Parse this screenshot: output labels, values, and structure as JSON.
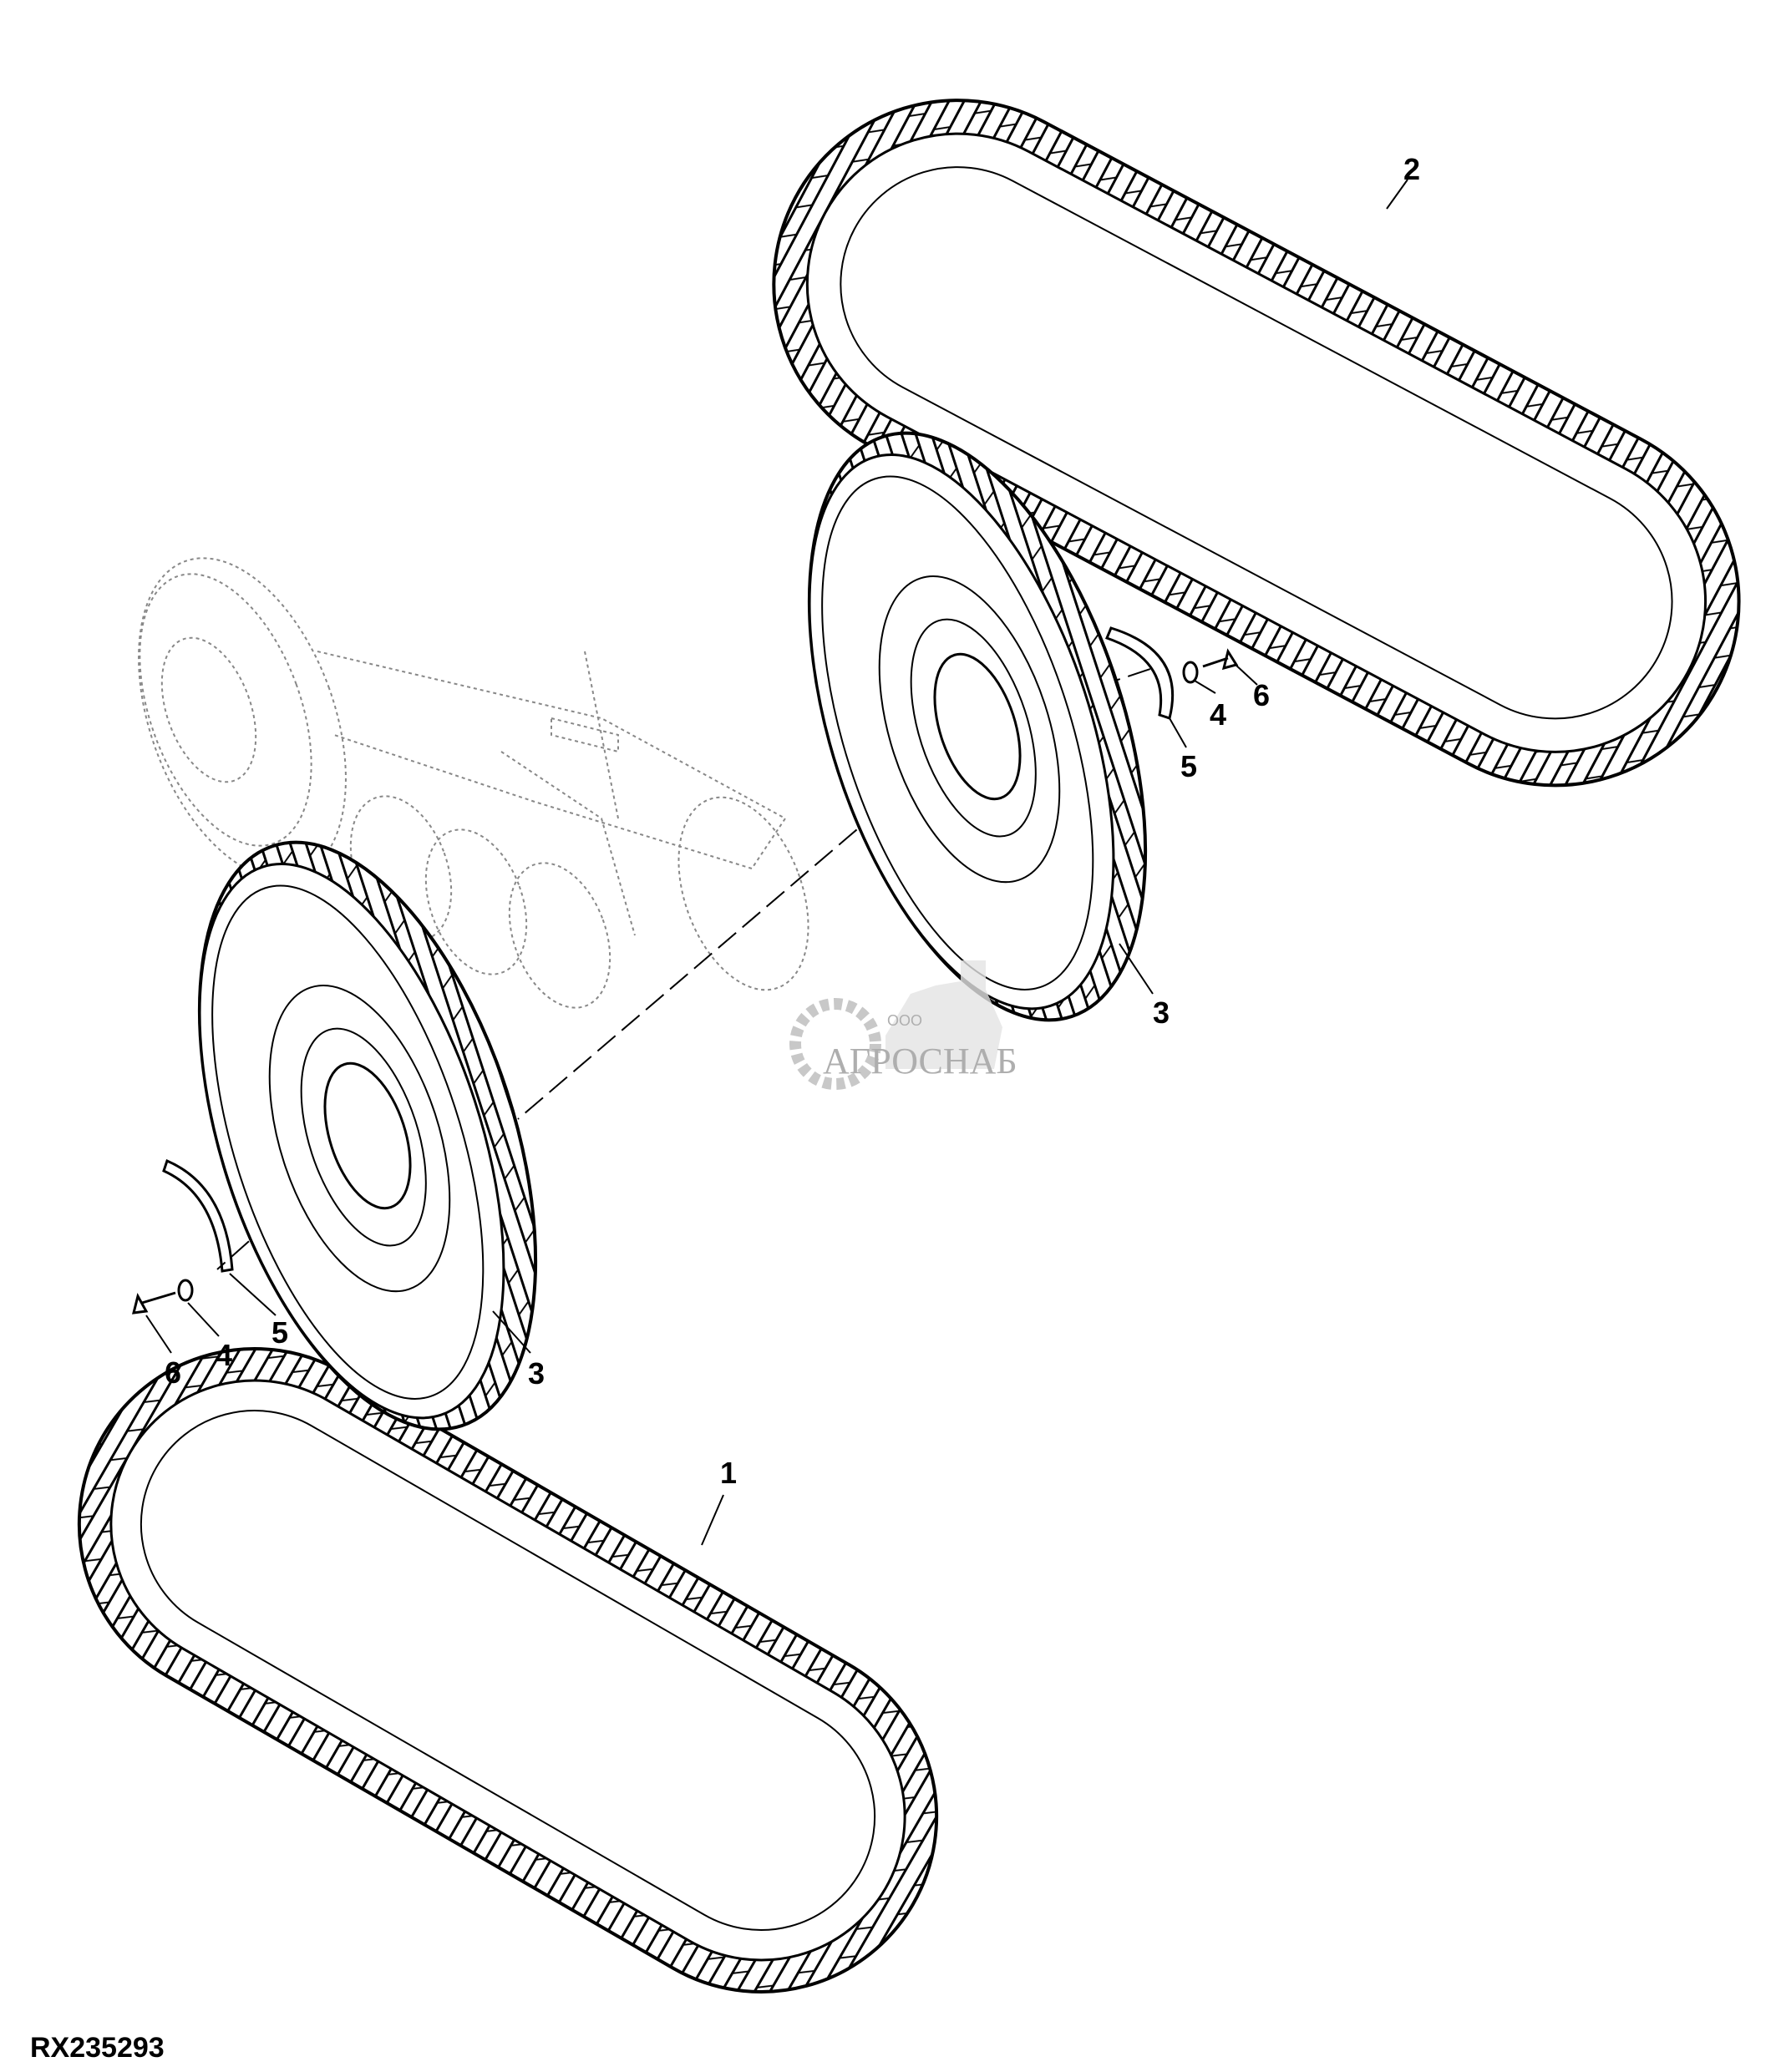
{
  "figure": {
    "id": "RX235293",
    "callouts": {
      "track_right": "2",
      "wheel_right": "3",
      "washer_right": "4",
      "plate_right": "5",
      "bolt_right": "6",
      "wheel_left": "3",
      "plate_left": "5",
      "washer_left": "4",
      "bolt_left": "6",
      "track_left": "1"
    }
  },
  "watermark": {
    "prefix": "ООО",
    "name": "АГРОСНАБ"
  }
}
